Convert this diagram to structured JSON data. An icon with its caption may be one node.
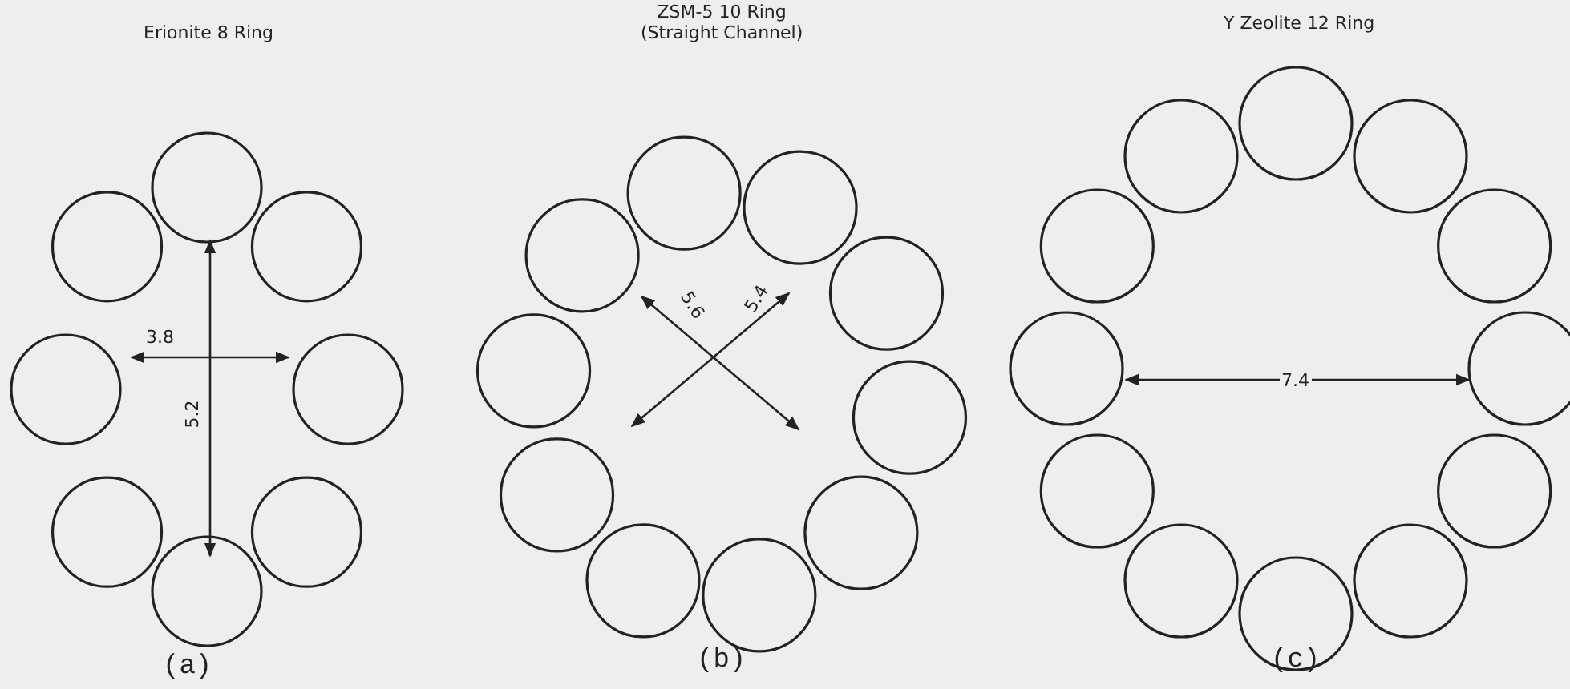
{
  "diagram": {
    "labels": [
      "Erionite 8 Ring",
      "ZSM-5 10 Ring (Straight Channel)",
      "Y Zeolite 12 Ring",
      "5.2",
      "3.8",
      "5.6",
      "5.4",
      "7.4",
      "(a)",
      "(b)",
      "(c)"
    ]
  }
}
